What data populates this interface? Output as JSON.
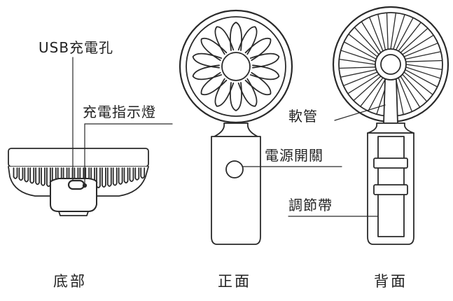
{
  "callouts": {
    "usb_port": "USB充電孔",
    "charge_indicator": "充電指示燈",
    "hose": "軟管",
    "power_switch": "電源開關",
    "strap": "調節帶"
  },
  "captions": {
    "bottom": "底部",
    "front": "正面",
    "back": "背面"
  },
  "colors": {
    "line": "#2a2a2a",
    "background": "#ffffff"
  }
}
